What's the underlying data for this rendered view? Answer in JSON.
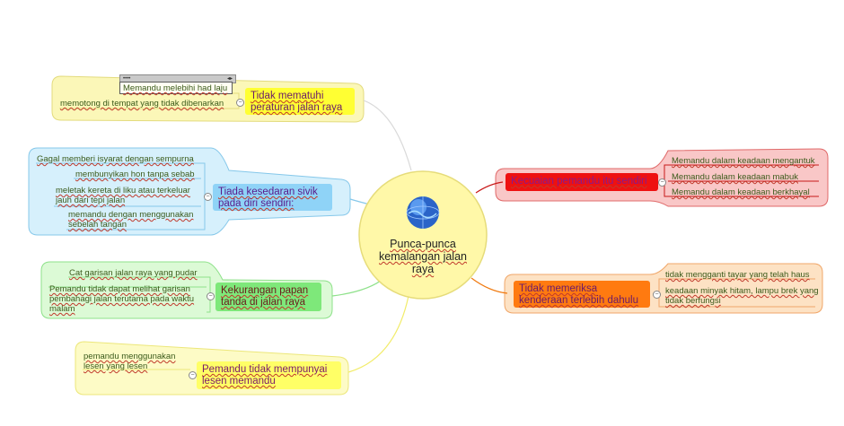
{
  "center": {
    "label": "Punca-punca kemalangan jalan raya",
    "icon": "globe-icon"
  },
  "topics": [
    {
      "id": "t1",
      "label": "Tidak mematuhi peraturan jalan raya",
      "leaves": [
        "Memandu melebihi had laju",
        "memotong di tempat yang tidak dibenarkan"
      ]
    },
    {
      "id": "t2",
      "label": "Tiada kesedaran sivik pada diri sendiri:",
      "leaves": [
        "Gagal memberi isyarat dengan sempurna",
        "membunyikan hon tanpa sebab",
        "meletak kereta di liku atau terkeluar jauh dari tepi jalan",
        "memandu dengan menggunakan sebelah tangan"
      ]
    },
    {
      "id": "t3",
      "label": "Kekurangan papan tanda di jalan raya",
      "leaves": [
        "Cat garisan jalan raya yang pudar",
        "Pemandu tidak dapat melihat garisan pembahagi jalan terutama pada waktu malam"
      ]
    },
    {
      "id": "t4",
      "label": "Pemandu tidak mempunyai lesen memandu",
      "leaves": [
        "pemandu menggunakan lesen yang lesen"
      ]
    },
    {
      "id": "t5",
      "label": "Kecuaian pemandu itu sendiri",
      "leaves": [
        "Memandu dalam keadaan mengantuk",
        "Memandu dalam keadaan mabuk",
        "Memandu dalam keadaan berkhayal"
      ]
    },
    {
      "id": "t6",
      "label": "Tidak memeriksa kenderaan terlebih dahulu",
      "leaves": [
        "tidak mengganti tayar yang telah haus",
        "keadaan minyak hitam, lampu brek yang tidak berfungsi"
      ]
    }
  ],
  "colors": {
    "t1": "#ffff66",
    "t2": "#8fd3f7",
    "t3": "#7ee87a",
    "t4": "#ffff66",
    "t5": "#ee1111",
    "t6": "#ff7a10",
    "center": "#fff8a8"
  }
}
